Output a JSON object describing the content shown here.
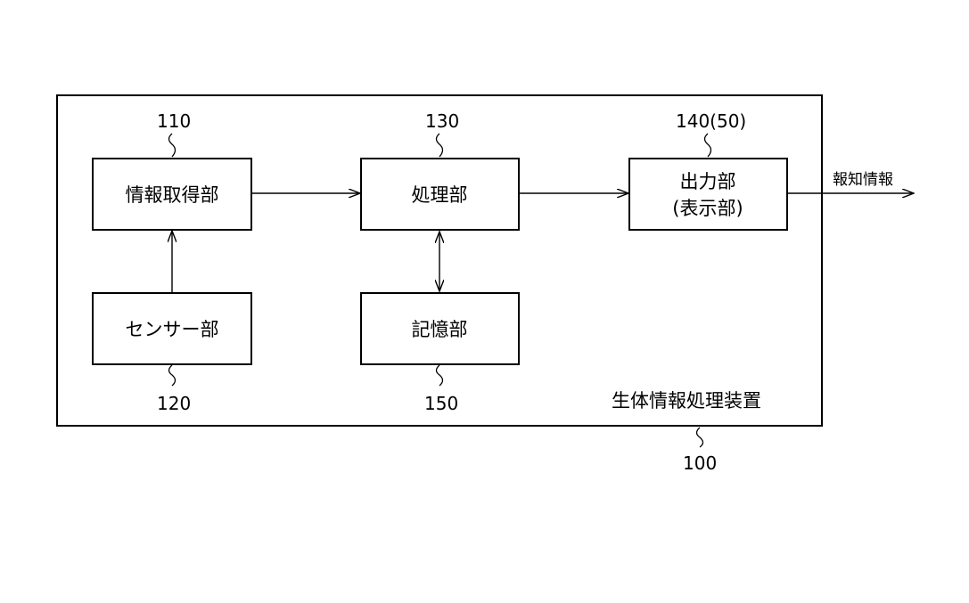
{
  "device": {
    "name": "生体情報処理装置",
    "ref": "100"
  },
  "blocks": {
    "info_acquisition": {
      "label": "情報取得部",
      "ref": "110"
    },
    "sensor": {
      "label": "センサー部",
      "ref": "120"
    },
    "processing": {
      "label": "処理部",
      "ref": "130"
    },
    "storage": {
      "label": "記憶部",
      "ref": "150"
    },
    "output": {
      "label_line1": "出力部",
      "label_line2": "(表示部)",
      "ref": "140(50)"
    }
  },
  "output_signal": {
    "label": "報知情報"
  }
}
